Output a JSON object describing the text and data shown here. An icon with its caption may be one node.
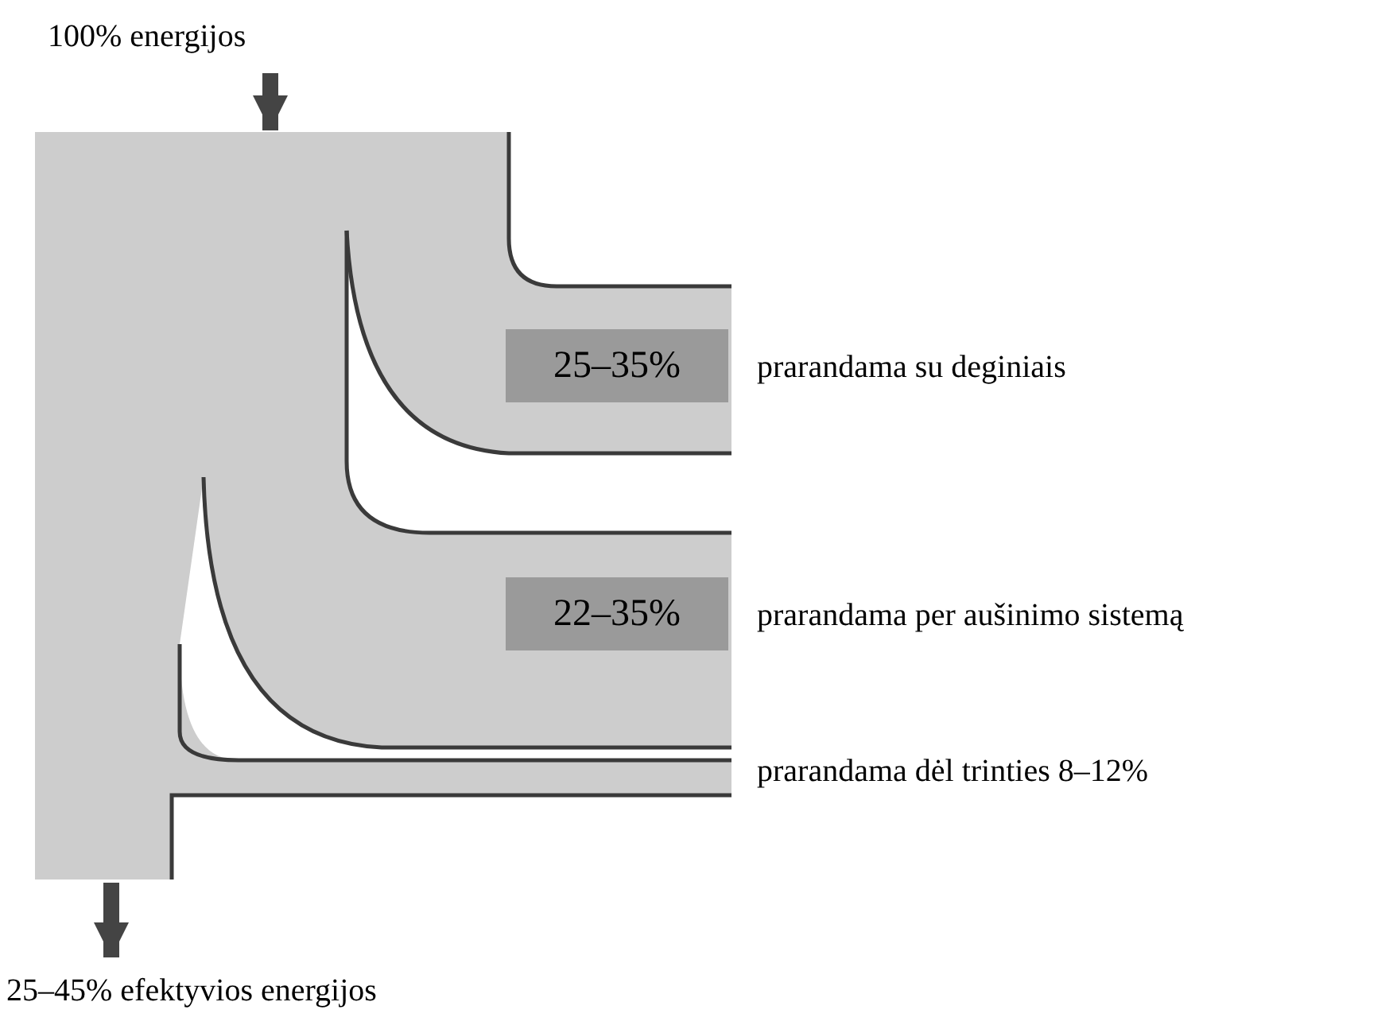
{
  "diagram": {
    "nodes": [
      {
        "text": [
          "100% energijos"
        ]
      },
      {
        "text": [],
        "shape": "picture"
      },
      {
        "text": [
          "25–35%"
        ],
        "in": 1,
        "beside": [
          "prarandama su deginiais"
        ]
      },
      {
        "text": [
          "22–35%"
        ],
        "in": 1,
        "beside": [
          "prarandama per aušinimo sistemą"
        ]
      },
      {
        "text": [
          "25–45% efektyvios energijos"
        ]
      }
    ],
    "edges": [
      {
        "from": 0,
        "to": 1,
        "arrow": "to"
      },
      {
        "from": 1,
        "to": 4,
        "arrow": "to"
      }
    ],
    "labels": [
      "prarandama dėl trinties 8–12%"
    ]
  }
}
